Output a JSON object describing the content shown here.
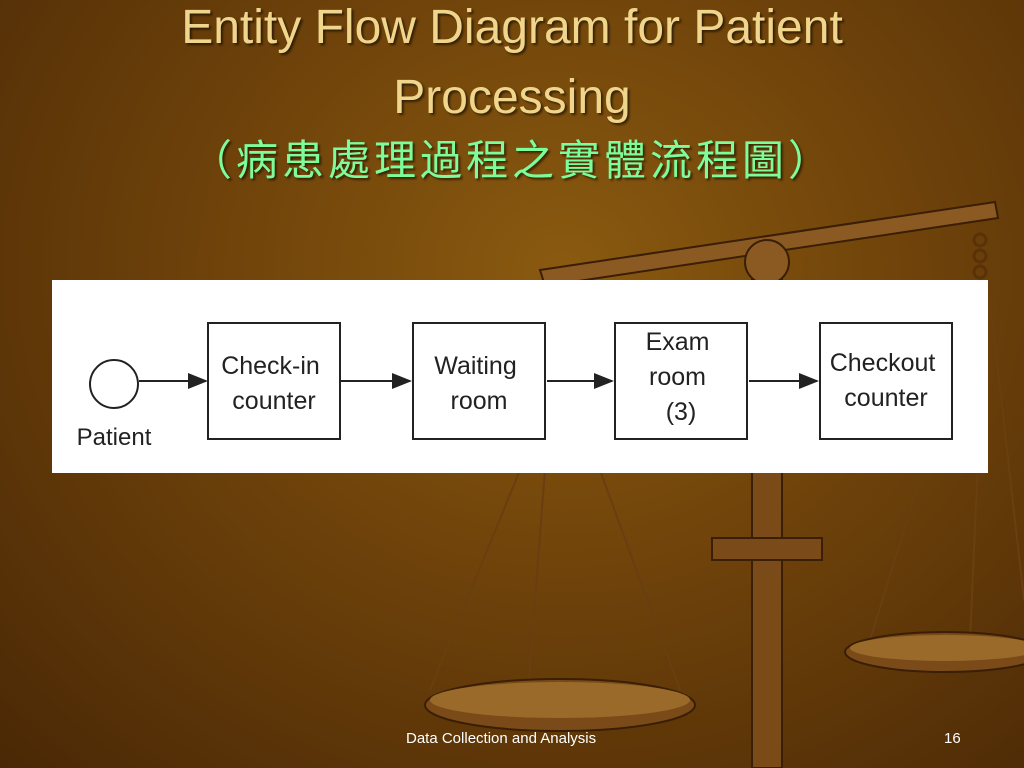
{
  "slide": {
    "title_line_1": "Entity Flow Diagram for Patient",
    "title_line_2": "Processing",
    "title_line_3": "（病患處理過程之實體流程圖）"
  },
  "diagram": {
    "patient_label": "Patient",
    "nodes": [
      {
        "lines": [
          "Check-in",
          "counter"
        ]
      },
      {
        "lines": [
          "Waiting",
          "room"
        ]
      },
      {
        "lines": [
          "Exam",
          "room",
          "(3)"
        ]
      },
      {
        "lines": [
          "Checkout",
          "counter"
        ]
      }
    ]
  },
  "footer": {
    "title": "Data Collection and Analysis",
    "page_number": "16"
  }
}
